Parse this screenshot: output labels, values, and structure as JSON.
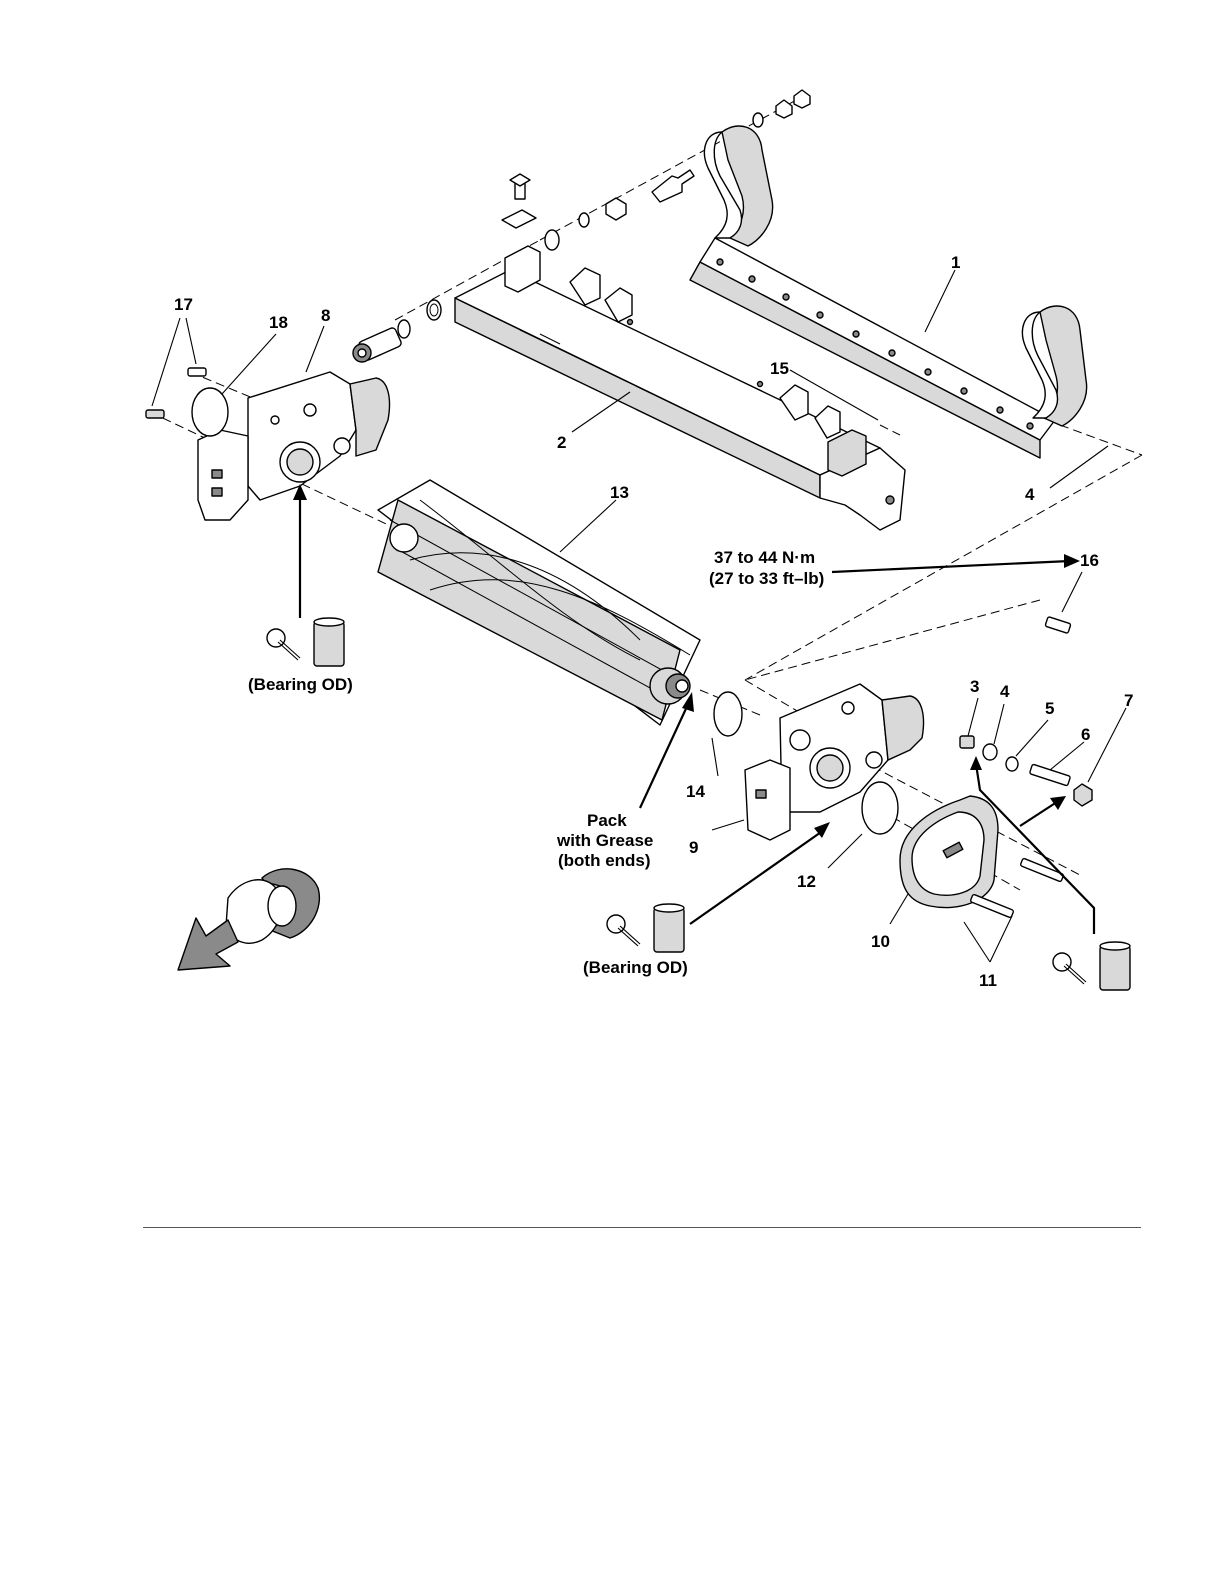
{
  "labels": {
    "l1": "1",
    "l2": "2",
    "l3": "3",
    "l4a": "4",
    "l4b": "4",
    "l5": "5",
    "l6": "6",
    "l7": "7",
    "l8": "8",
    "l9": "9",
    "l10": "10",
    "l11": "11",
    "l12": "12",
    "l13": "13",
    "l14": "14",
    "l15": "15",
    "l16": "16",
    "l17": "17",
    "l18": "18"
  },
  "callouts": {
    "torque_line1": "37 to 44 N·m",
    "torque_line2": "(27 to 33 ft–lb)",
    "bearing_od_left": "(Bearing OD)",
    "bearing_od_right": "(Bearing OD)",
    "grease_line1": "Pack",
    "grease_line2": "with Grease",
    "grease_line3": "(both ends)"
  },
  "icons": {
    "grease_gun_1": "grease-gun-icon",
    "grease_gun_2": "grease-gun-icon",
    "grease_gun_3": "grease-gun-icon",
    "orientation": "forward-direction-arrow-icon"
  }
}
